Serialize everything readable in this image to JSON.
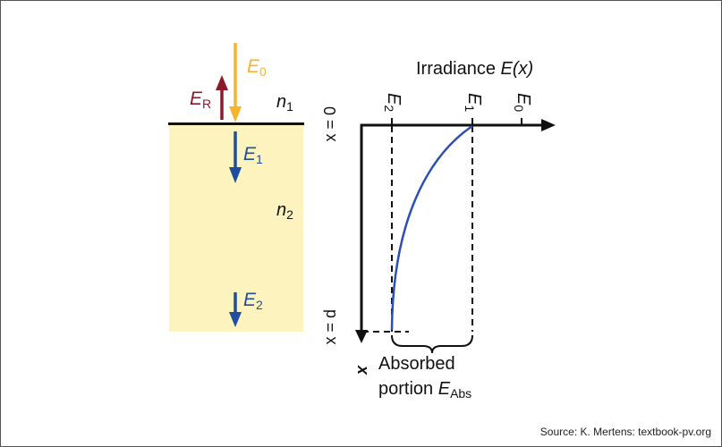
{
  "colors": {
    "absorber": "#fdf3bf",
    "incident": "#f5b52a",
    "reflected": "#8b1a2b",
    "transmitted": "#1f4e9e",
    "curve": "#2c4fb5",
    "line": "#111111"
  },
  "left": {
    "e0": {
      "sym": "E",
      "sub": "0"
    },
    "er": {
      "sym": "E",
      "sub": "R"
    },
    "e1": {
      "sym": "E",
      "sub": "1"
    },
    "e2": {
      "sym": "E",
      "sub": "2"
    },
    "n1": {
      "sym": "n",
      "sub": "1"
    },
    "n2": {
      "sym": "n",
      "sub": "2"
    }
  },
  "right": {
    "title": {
      "text": "Irradiance ",
      "ital": "E(x)"
    },
    "ticks": [
      {
        "sym": "E",
        "sub": "2"
      },
      {
        "sym": "E",
        "sub": "1"
      },
      {
        "sym": "E",
        "sub": "0"
      }
    ],
    "x0": "x = 0",
    "xd": "x = d",
    "xaxis": "x",
    "absorbed_line1": "Absorbed",
    "absorbed_line2": "portion ",
    "absorbed_sym": "E",
    "absorbed_sub": "Abs"
  },
  "source": "Source: K. Mertens: textbook-pv.org"
}
